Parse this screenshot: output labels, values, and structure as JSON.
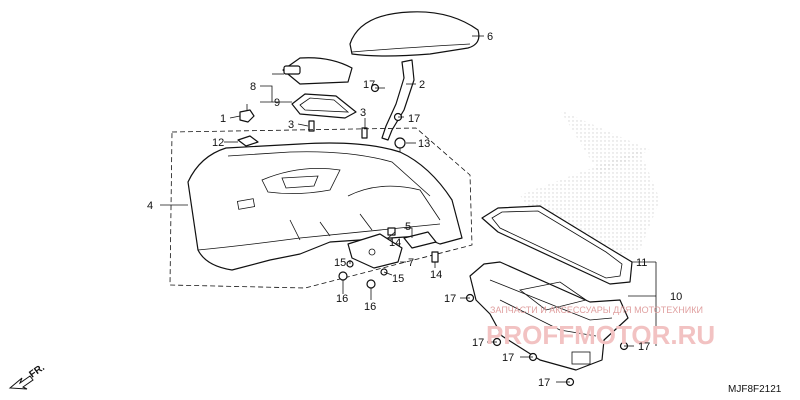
{
  "figure_code": "MJF8F2121",
  "direction_label": "FR.",
  "watermark": {
    "tagline": "ЗАПЧАСТИ И АКСЕССУАРЫ ДЛЯ МОТОТЕХНИКИ",
    "logo": "PROFFMOTOR.RU"
  },
  "callouts": {
    "n1": "1",
    "n2": "2",
    "n3a": "3",
    "n3b": "3",
    "n4": "4",
    "n5": "5",
    "n6": "6",
    "n7": "7",
    "n8": "8",
    "n9": "9",
    "n10": "10",
    "n11": "11",
    "n12": "12",
    "n13": "13",
    "n14a": "14",
    "n14b": "14",
    "n15a": "15",
    "n15b": "15",
    "n16a": "16",
    "n16b": "16",
    "n17a": "17",
    "n17b": "17",
    "n17c": "17",
    "n17d": "17",
    "n17e": "17",
    "n17f": "17",
    "n17g": "17"
  }
}
